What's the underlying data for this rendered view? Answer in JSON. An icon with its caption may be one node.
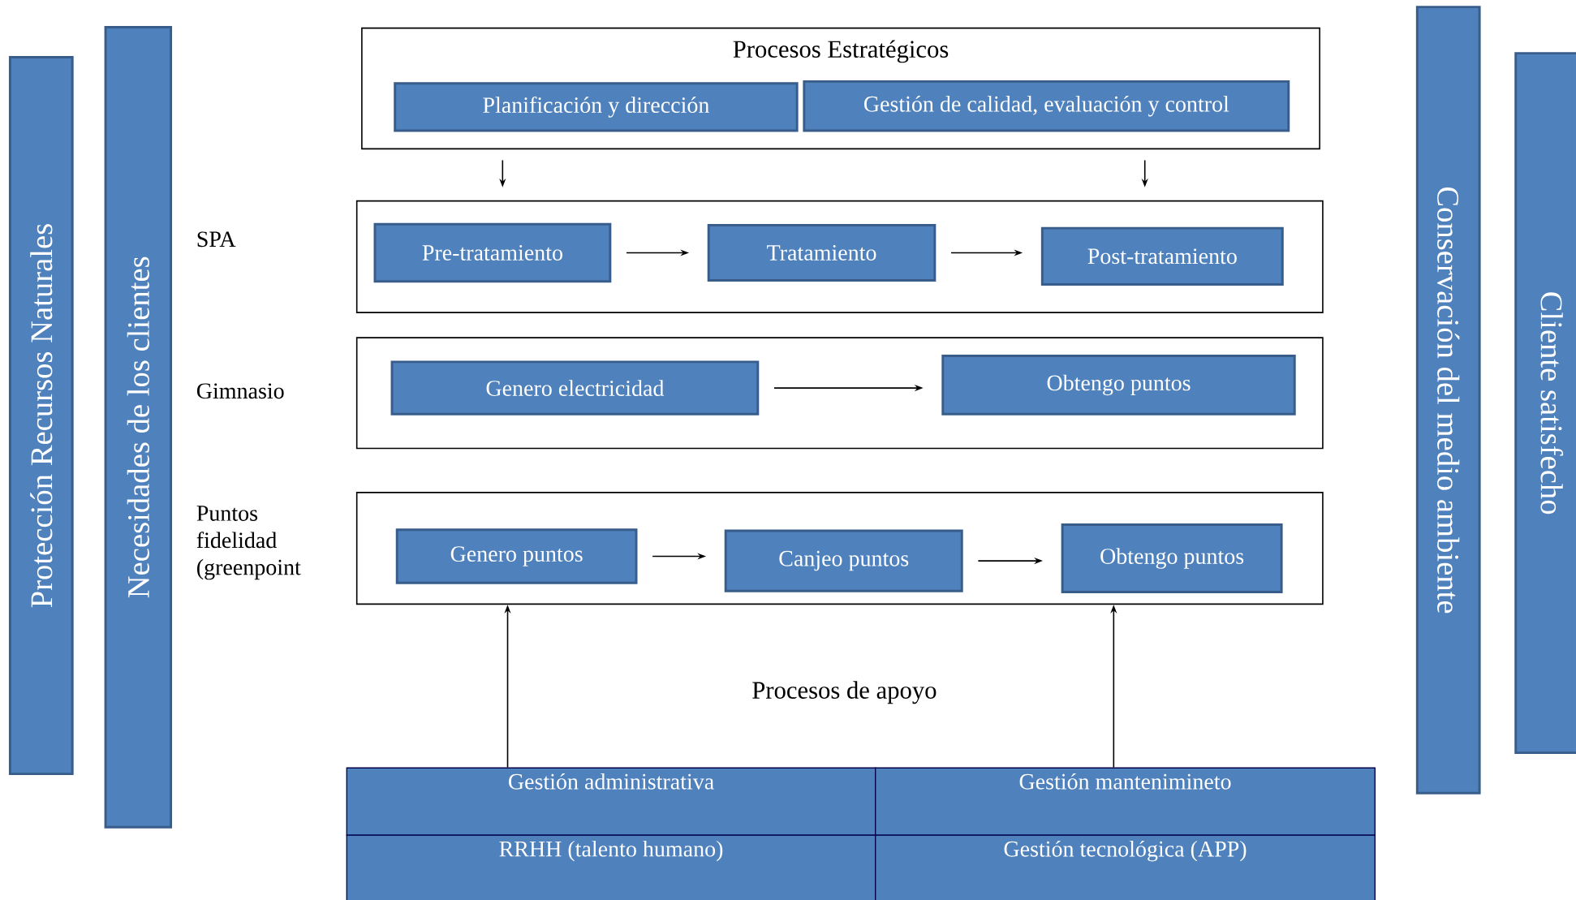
{
  "diagram": {
    "nodes": [
      {
        "text": [
          "Protección Recursos Naturales"
        ]
      },
      {
        "text": [
          "Necesidades de los clientes"
        ]
      },
      {
        "text": [
          "Conservación del medio ambiente"
        ]
      },
      {
        "text": [
          "Cliente satisfecho"
        ]
      },
      {
        "text": [
          "Procesos Estratégicos"
        ]
      },
      {
        "text": [
          "Planificación y dirección"
        ],
        "in": 4
      },
      {
        "text": [
          "Gestión de calidad, evaluación y control"
        ],
        "in": 4
      },
      {
        "text": [],
        "shape": "box"
      },
      {
        "text": [
          "Pre-tratamiento"
        ],
        "in": 7
      },
      {
        "text": [
          "Tratamiento"
        ],
        "in": 7
      },
      {
        "text": [
          "Post-tratamiento"
        ],
        "in": 7
      },
      {
        "text": [],
        "shape": "box"
      },
      {
        "text": [
          "Genero electricidad"
        ],
        "in": 11
      },
      {
        "text": [
          "Obtengo puntos"
        ],
        "in": 11
      },
      {
        "text": [],
        "shape": "box"
      },
      {
        "text": [
          "Genero puntos"
        ],
        "in": 14
      },
      {
        "text": [
          "Canjeo puntos"
        ],
        "in": 14
      },
      {
        "text": [
          "Obtengo puntos"
        ],
        "in": 14
      },
      {
        "text": [
          "Gestión administrativa"
        ]
      },
      {
        "text": [
          "Gestión mantenimineto"
        ]
      },
      {
        "text": [
          "RRHH (talento humano)"
        ]
      },
      {
        "text": [
          "Gestión tecnológica (APP)"
        ]
      }
    ],
    "edges": [
      {
        "from": 4,
        "to": 7,
        "arrow": "to"
      },
      {
        "from": 4,
        "to": 7,
        "arrow": "to"
      },
      {
        "from": 8,
        "to": 9,
        "arrow": "to"
      },
      {
        "from": 9,
        "to": 10,
        "arrow": "to"
      },
      {
        "from": 12,
        "to": 13,
        "arrow": "to"
      },
      {
        "from": 15,
        "to": 16,
        "arrow": "to"
      },
      {
        "from": 16,
        "to": 17,
        "arrow": "to"
      },
      {
        "from": 18,
        "to": 14,
        "arrow": "to"
      },
      {
        "from": 19,
        "to": 14,
        "arrow": "to"
      }
    ],
    "labels": [
      "SPA",
      "Gimnasio",
      "Puntos fidelidad (greenpoint",
      "Procesos de apoyo"
    ]
  }
}
